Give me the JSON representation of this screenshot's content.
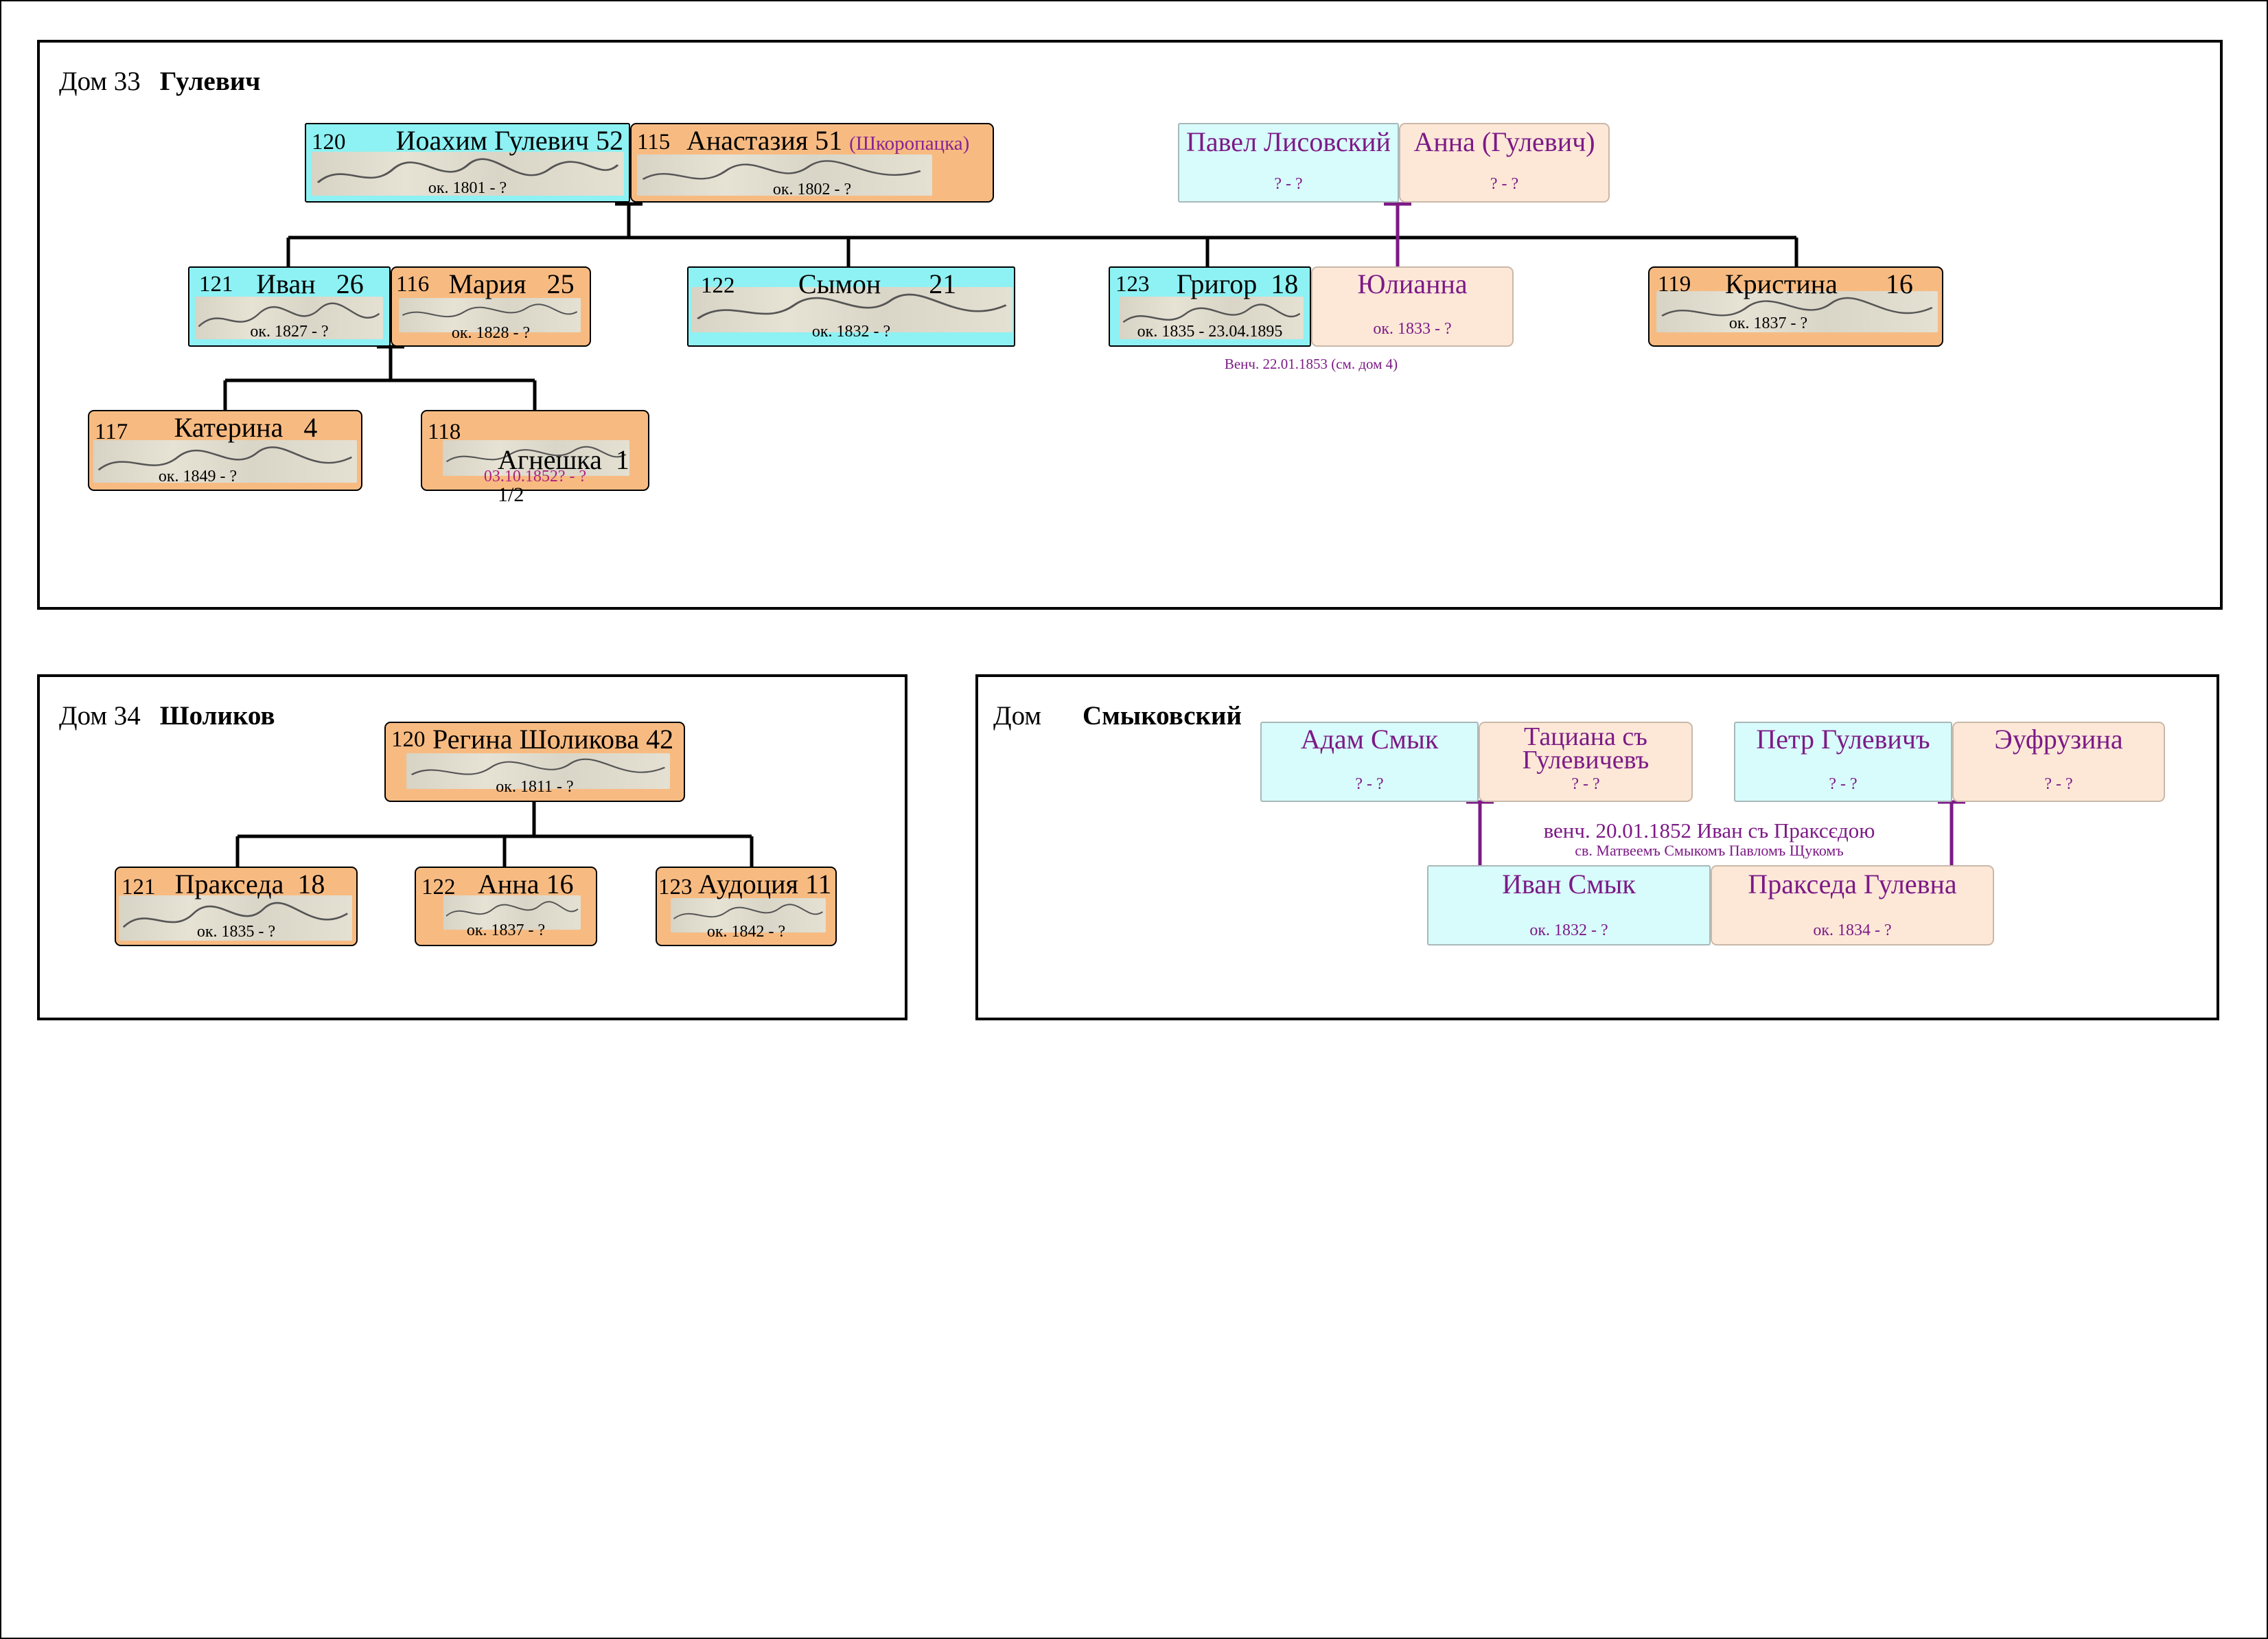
{
  "colors": {
    "male": "#8ef1f3",
    "female": "#f7bb82",
    "male_light": "#d8fbfc",
    "female_light": "#fde8d8",
    "spouse_line_purple": "#7c1a86",
    "text_purple": "#7c1a86"
  },
  "house33": {
    "label": "Дом 33",
    "surname": "Гулевич",
    "ioakhim": {
      "id": "120",
      "name": "Иоахим Гулевич 52",
      "dates": "ок. 1801 - ?"
    },
    "anastaziya": {
      "id": "115",
      "name": "Анастазия 51",
      "note": "(Шкоропацка)",
      "dates": "ок. 1802 - ?"
    },
    "pavel": {
      "name": "Павел Лисовский",
      "dates": "? - ?"
    },
    "anna": {
      "name": "Анна (Гулевич)",
      "dates": "? - ?"
    },
    "ivan": {
      "id": "121",
      "name": "Иван   26",
      "dates": "ок. 1827 - ?"
    },
    "mariya": {
      "id": "116",
      "name": "Мария   25",
      "dates": "ок. 1828 - ?"
    },
    "symon": {
      "id": "122",
      "name": "Сымон       21",
      "dates": "ок. 1832 - ?"
    },
    "grigor": {
      "id": "123",
      "name": "Григор  18",
      "dates": "ок. 1835 - 23.04.1895"
    },
    "yulianna": {
      "name": "Юлианна",
      "dates": "ок. 1833 - ?"
    },
    "wedding": "Венч. 22.01.1853 (см. дом 4)",
    "kristina": {
      "id": "119",
      "name": "Кристина       16",
      "dates": "ок. 1837 - ?"
    },
    "katerina": {
      "id": "117",
      "name": "Катерина   4",
      "dates": "ок. 1849 - ?"
    },
    "agneshka": {
      "id": "118",
      "name": "Агнешка  1",
      "age_frac": "1/2",
      "dates": "03.10.1852? - ?"
    }
  },
  "house34": {
    "label": "Дом 34",
    "surname": "Шоликов",
    "regina": {
      "id": "120",
      "name": "Регина Шоликова 42",
      "dates": "ок. 1811 - ?"
    },
    "prakseda": {
      "id": "121",
      "name": "Пракседа  18",
      "dates": "ок. 1835 - ?"
    },
    "anna": {
      "id": "122",
      "name": "Анна 16",
      "dates": "ок. 1837 - ?"
    },
    "audotsiya": {
      "id": "123",
      "name": "Аудоция 11",
      "dates": "ок. 1842 - ?"
    }
  },
  "house_smyk": {
    "label": "Дом",
    "surname": "Смыковский",
    "adam": {
      "name": "Адам Смык",
      "dates": "? - ?"
    },
    "tatsiana": {
      "name_line1": "Тациана съ",
      "name_line2": "Гулевичевъ",
      "dates": "? - ?"
    },
    "petr": {
      "name": "Петр Гулевичъ",
      "dates": "? - ?"
    },
    "eufruzina": {
      "name": "Эуфрузина",
      "dates": "? - ?"
    },
    "wedding_line1": "венч. 20.01.1852 Иван съ Праксєдою",
    "wedding_line2": "св. Матвеемъ Смыкомъ  Павломъ Щукомъ",
    "ivan": {
      "name": "Иван Смык",
      "dates": "ок. 1832 - ?"
    },
    "prakseda": {
      "name": "Пракседа Гулевна",
      "dates": "ок. 1834 - ?"
    }
  }
}
